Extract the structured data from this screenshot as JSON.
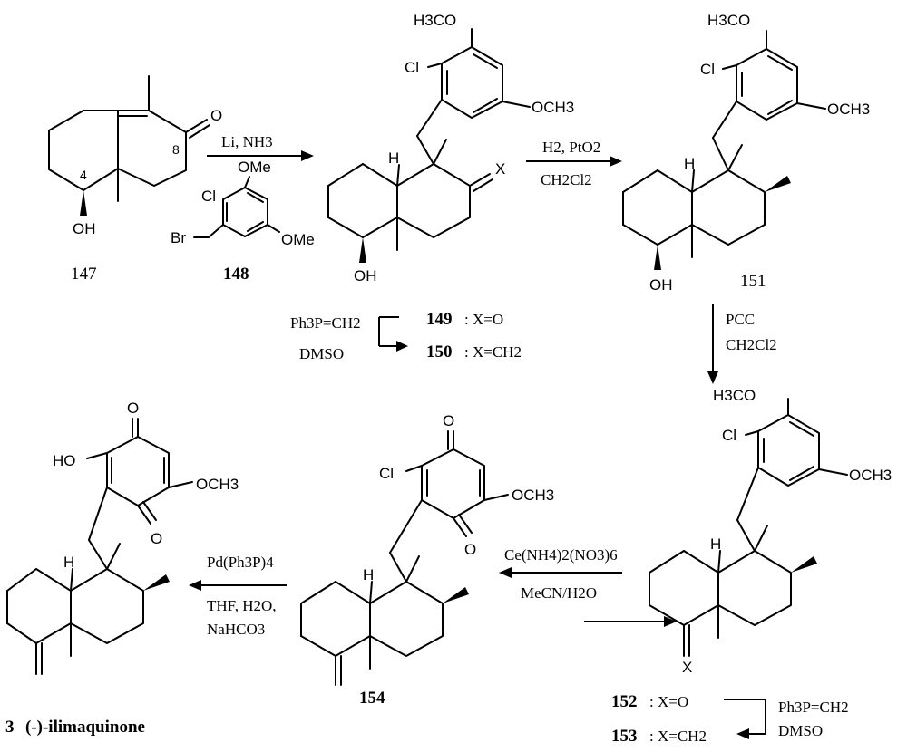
{
  "compounds": {
    "c147": {
      "number": "147",
      "pos8": "8",
      "pos4": "4",
      "oxo": "O",
      "hydroxyl": "OH"
    },
    "c148": {
      "number": "148",
      "ome_top": "OMe",
      "ome_right": "OMe",
      "cl": "Cl",
      "br": "Br"
    },
    "c149_150": {
      "x": "X",
      "h": "H",
      "hydroxyl": "OH",
      "cl": "Cl",
      "ome_top": "H3CO",
      "ome_right": "OCH3"
    },
    "c151": {
      "number": "151",
      "h": "H",
      "hydroxyl": "OH",
      "cl": "Cl",
      "ome_top": "H3CO",
      "ome_right": "OCH3"
    },
    "c152_153": {
      "x": "X",
      "h": "H",
      "cl": "Cl",
      "ome_top": "H3CO",
      "ome_right": "OCH3"
    },
    "c154": {
      "number": "154",
      "h": "H",
      "cl": "Cl",
      "oxo_top": "O",
      "oxo_bottom": "O",
      "ome": "OCH3"
    },
    "c3": {
      "number": "3",
      "name": "(-)-ilimaquinone",
      "h": "H",
      "hydroxyl": "HO",
      "oxo_top": "O",
      "oxo_bottom": "O",
      "ome": "OCH3"
    }
  },
  "reactions": {
    "step1": {
      "reagent": "Li, NH3"
    },
    "step2": {
      "line1": "H2, PtO2",
      "line2": "CH2Cl2"
    },
    "step3": {
      "line1": "PCC",
      "line2": "CH2Cl2"
    },
    "step4": {
      "line1": "Ce(NH4)2(NO3)6",
      "line2": "MeCN/H2O"
    },
    "step5": {
      "line1": "Pd(Ph3P)4",
      "line2": "THF, H2O,",
      "line3": "NaHCO3"
    },
    "wittig_a": {
      "line1": "Ph3P=CH2",
      "line2": "DMSO"
    },
    "wittig_b": {
      "line1": "Ph3P=CH2",
      "line2": "DMSO"
    }
  },
  "labels": {
    "l149": {
      "num": "149",
      "text": ": X=O"
    },
    "l150": {
      "num": "150",
      "text": ": X=CH2"
    },
    "l152": {
      "num": "152",
      "text": ":  X=O"
    },
    "l153": {
      "num": "153",
      "text": ":  X=CH2"
    }
  }
}
